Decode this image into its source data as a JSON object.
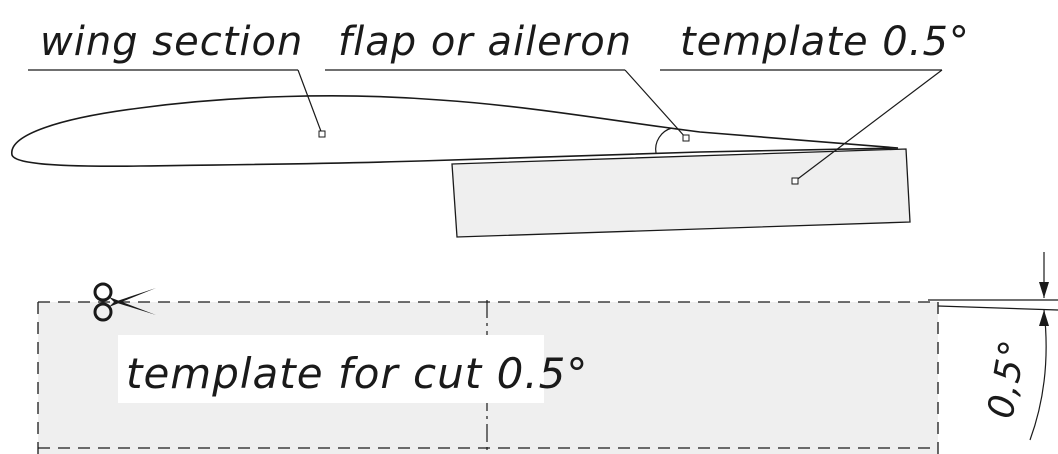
{
  "labels": {
    "wing_section": "wing section",
    "flap_or_aileron": "flap or aileron",
    "template_angle": "template 0.5°",
    "template_for_cut": "template for cut  0.5°",
    "dimension_angle": "0,5°"
  },
  "colors": {
    "ink": "#1a1a1a",
    "template_fill": "#efefef",
    "background": "#ffffff"
  },
  "icons": {
    "cut_marker": "scissors-icon"
  }
}
